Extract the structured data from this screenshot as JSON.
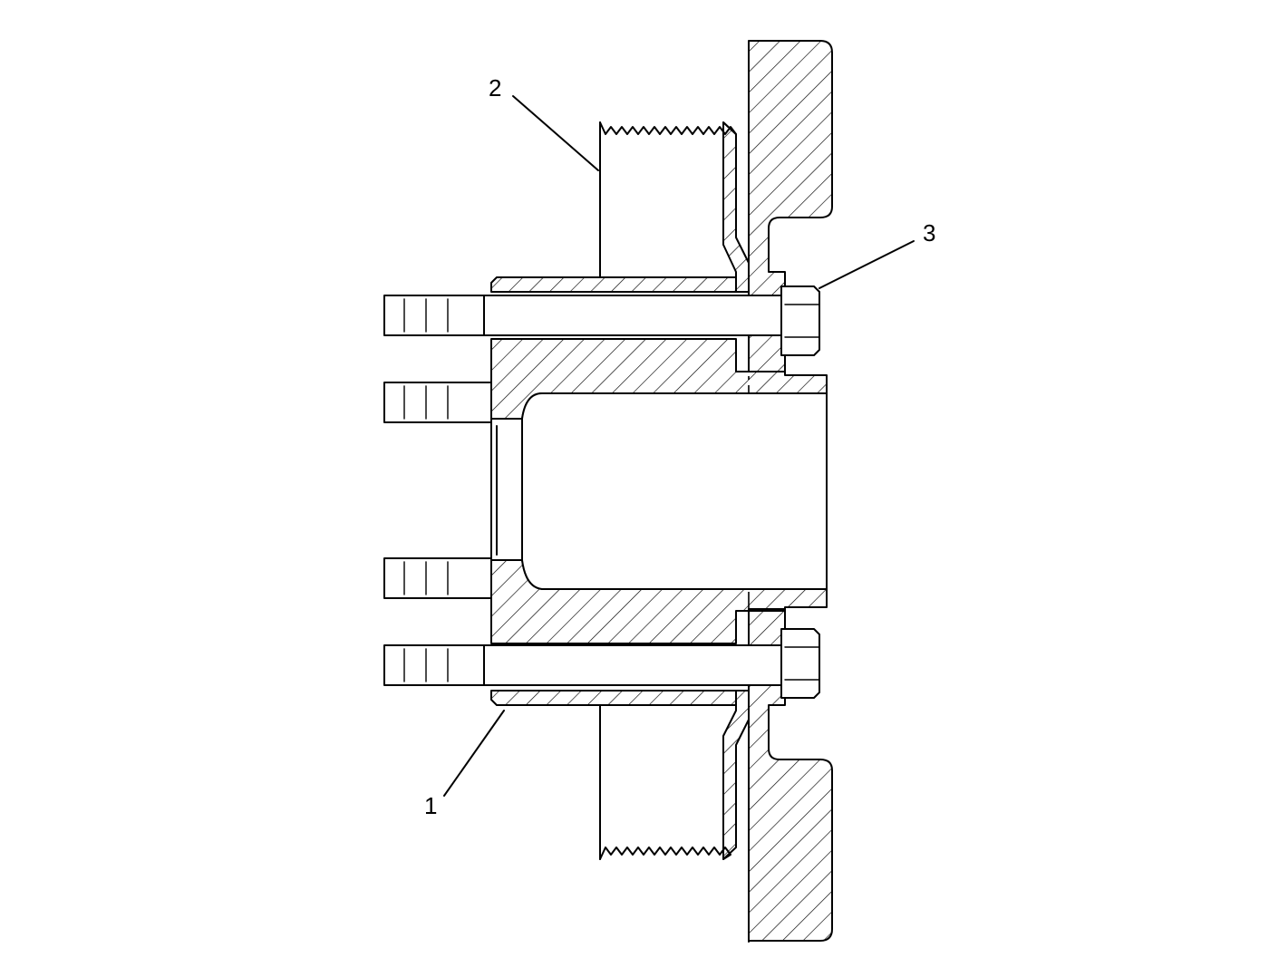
{
  "diagram": {
    "callouts": [
      {
        "id": "1",
        "label": "1"
      },
      {
        "id": "2",
        "label": "2"
      },
      {
        "id": "3",
        "label": "3"
      }
    ],
    "stroke_color": "#000000",
    "background": "#ffffff"
  }
}
